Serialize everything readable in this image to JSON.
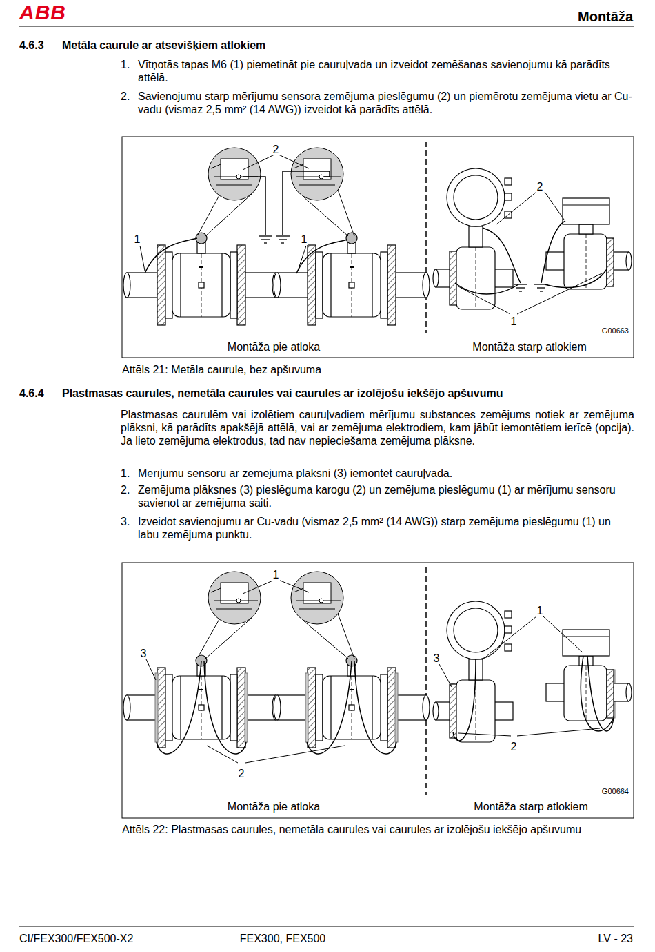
{
  "diagram": {
    "title": "Montāža",
    "labels": [
      "ABB",
      "4.6.3",
      "Metāla caurule ar atsevišķiem atlokiem",
      "1.",
      "Vītņotās tapas M6 (1) piemetināt pie cauruļvada un izveidot zemēšanas savienojumu kā parādīts attēlā.",
      "2.",
      "Savienojumu starp mērījumu sensora zemējuma pieslēgumu (2) un piemērotu zemējuma vietu ar Cu-vadu (vismaz 2,5 mm² (14 AWG)) izveidot kā parādīts attēlā.",
      "2",
      "2",
      "1",
      "1",
      "1",
      "G00663",
      "Montāža pie atloka",
      "Montāža starp atlokiem",
      "Attēls 21: Metāla caurule, bez apšuvuma",
      "4.6.4",
      "Plastmasas caurules, nemetāla caurules vai caurules ar izolējošu iekšējo apšuvumu",
      "Plastmasas caurulēm vai izolētiem cauruļvadiem mērījumu substances zemējums notiek ar zemējuma plāksni, kā parādīts apakšējā attēlā, vai ar zemējuma elektrodiem, kam jābūt iemontētiem ierīcē (opcija).  Ja lieto zemējuma elektrodus, tad nav nepieciešama zemējuma plāksne.",
      "1.",
      "Mērījumu sensoru ar zemējuma plāksni (3) iemontēt cauruļvadā.",
      "2.",
      "Zemējuma plāksnes (3) pieslēguma karogu (2) un zemējuma pieslēgumu (1) ar mērījumu sensoru savienot ar zemējuma saiti.",
      "3.",
      "Izveidot savienojumu ar Cu-vadu (vismaz 2,5 mm² (14 AWG)) starp zemējuma pieslēgumu (1) un labu zemējuma punktu.",
      "1",
      "1",
      "3",
      "3",
      "2",
      "2",
      "G00664",
      "Montāža pie atloka",
      "Montāža starp atlokiem",
      "Attēls 22: Plastmasas caurules, nemetāla caurules vai caurules ar izolējošu iekšējo apšuvumu",
      "CI/FEX300/FEX500-X2",
      "FEX300, FEX500",
      "LV - 23"
    ]
  }
}
